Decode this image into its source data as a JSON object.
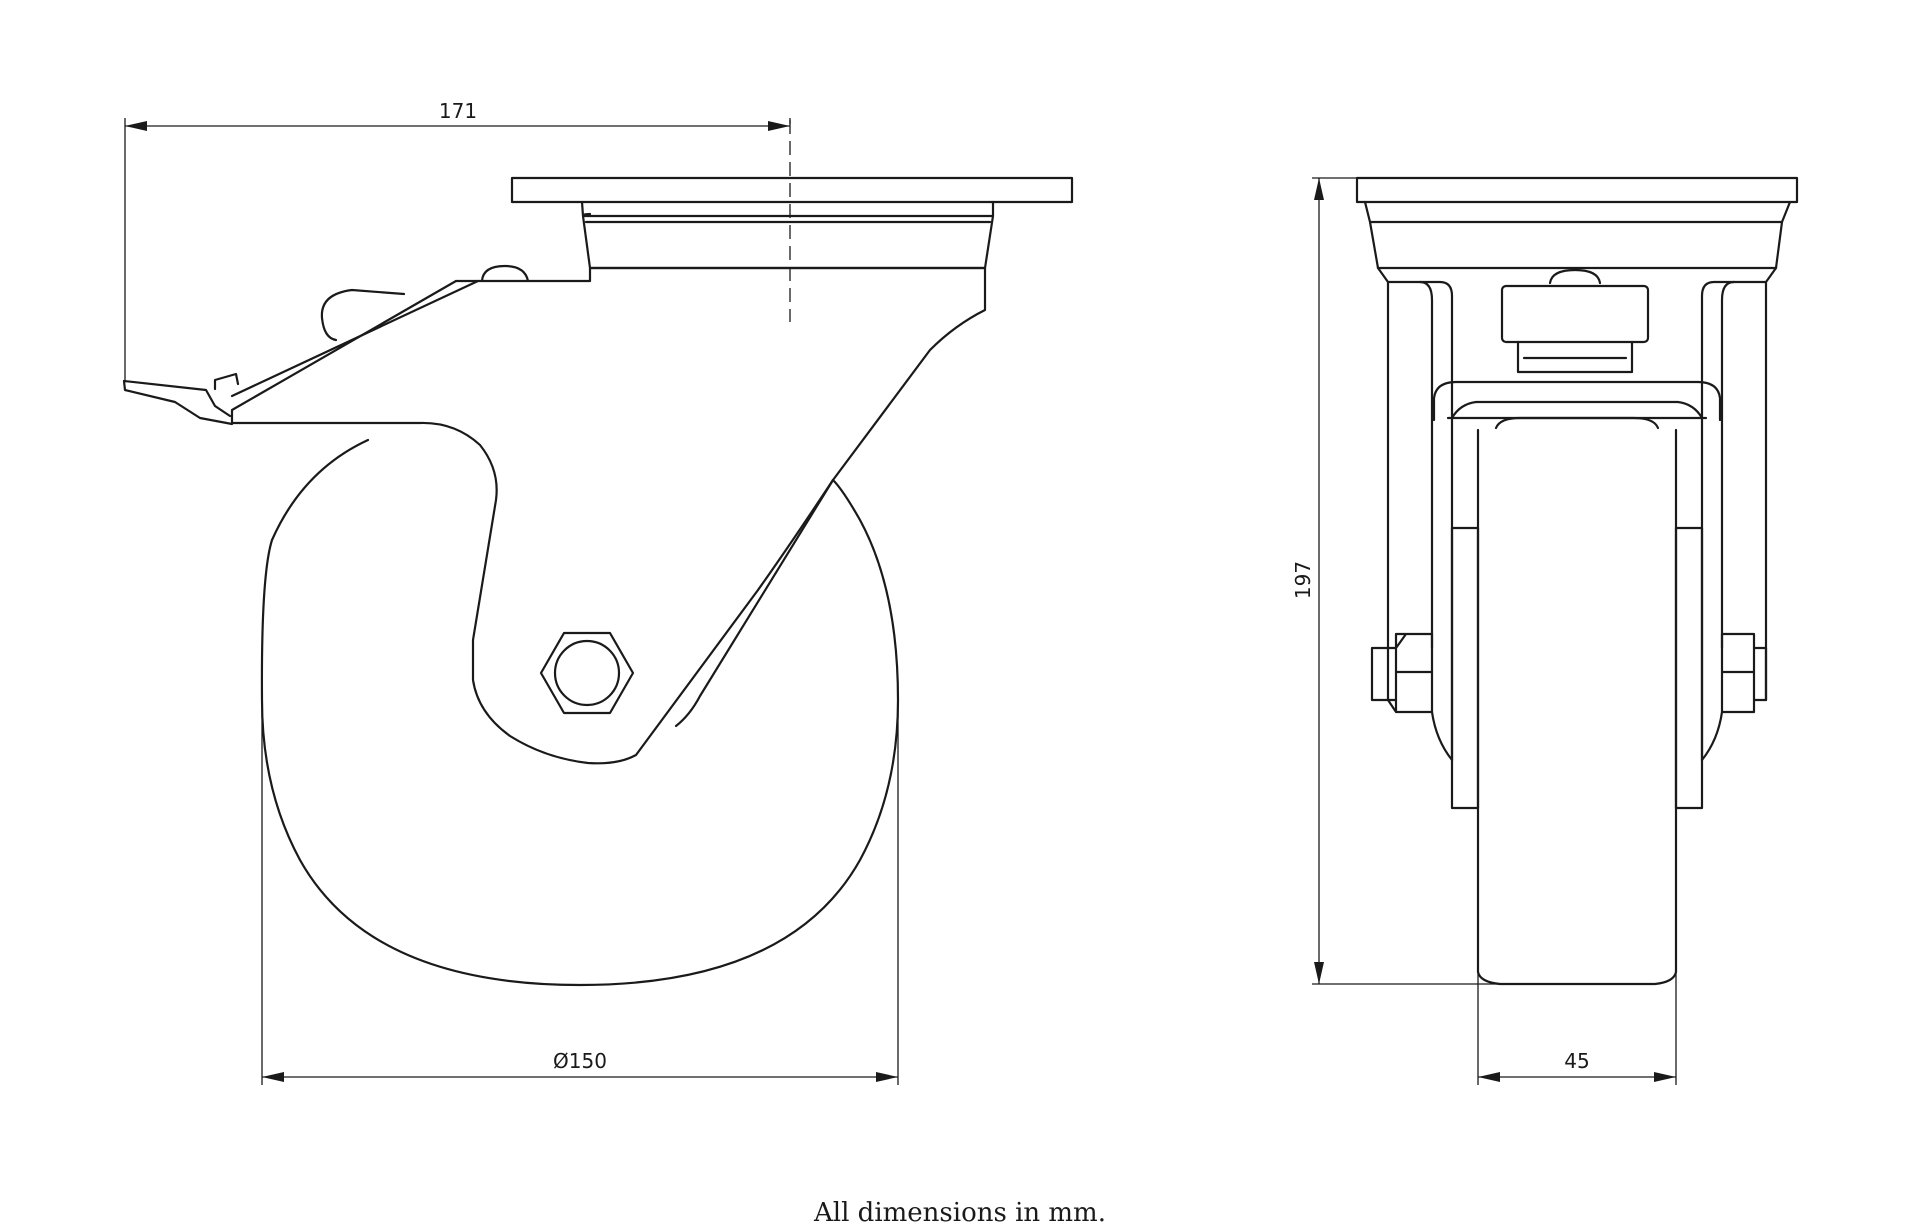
{
  "dimensions": {
    "overall_reach": "171",
    "wheel_diameter": "Ø150",
    "overall_height": "197",
    "wheel_width": "45"
  },
  "caption": "All dimensions in mm.",
  "colors": {
    "line": "#1a1a1a",
    "background": "#ffffff"
  }
}
